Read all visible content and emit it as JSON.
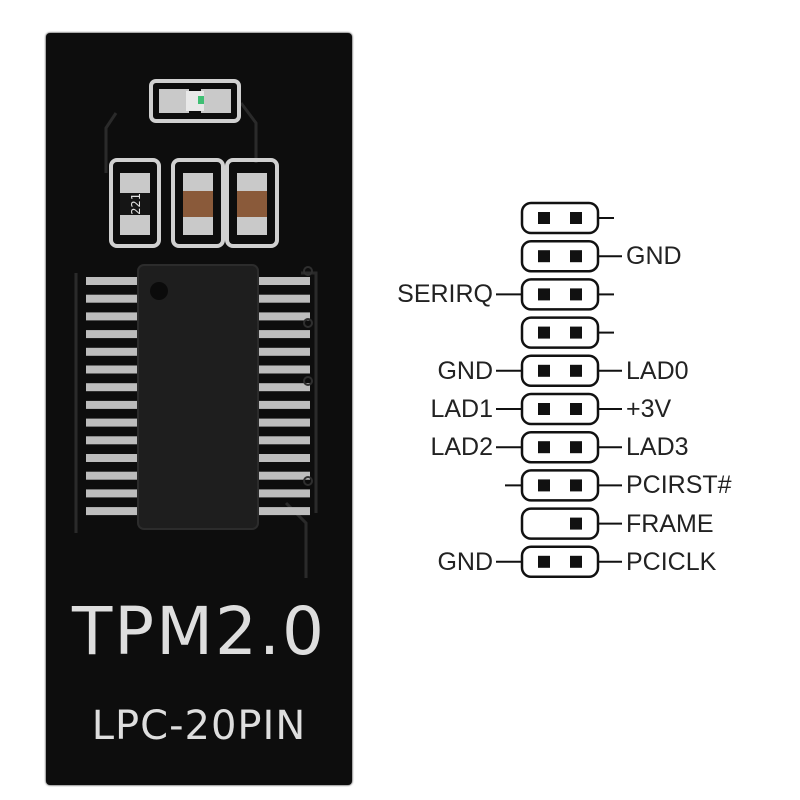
{
  "board": {
    "title": "TPM2.0",
    "subtitle": "LPC-20PIN",
    "resistor_marking": "221"
  },
  "header": {
    "rows": [
      {
        "left": "",
        "right": "",
        "left_line": false,
        "right_line": true,
        "pins": [
          true,
          true
        ]
      },
      {
        "left": "",
        "right": "GND",
        "left_line": false,
        "right_line": true,
        "pins": [
          true,
          true
        ]
      },
      {
        "left": "SERIRQ",
        "right": "",
        "left_line": true,
        "right_line": true,
        "pins": [
          true,
          true
        ]
      },
      {
        "left": "",
        "right": "",
        "left_line": false,
        "right_line": true,
        "pins": [
          true,
          true
        ]
      },
      {
        "left": "GND",
        "right": "LAD0",
        "left_line": true,
        "right_line": true,
        "pins": [
          true,
          true
        ]
      },
      {
        "left": "LAD1",
        "right": "+3V",
        "left_line": true,
        "right_line": true,
        "pins": [
          true,
          true
        ]
      },
      {
        "left": "LAD2",
        "right": "LAD3",
        "left_line": true,
        "right_line": true,
        "pins": [
          true,
          true
        ]
      },
      {
        "left": "",
        "right": "PCIRST#",
        "left_line": true,
        "right_line": true,
        "pins": [
          true,
          true
        ]
      },
      {
        "left": "",
        "right": "FRAME",
        "left_line": false,
        "right_line": true,
        "pins": [
          false,
          true
        ]
      },
      {
        "left": "GND",
        "right": "PCICLK",
        "left_line": true,
        "right_line": true,
        "pins": [
          true,
          true
        ]
      }
    ]
  }
}
